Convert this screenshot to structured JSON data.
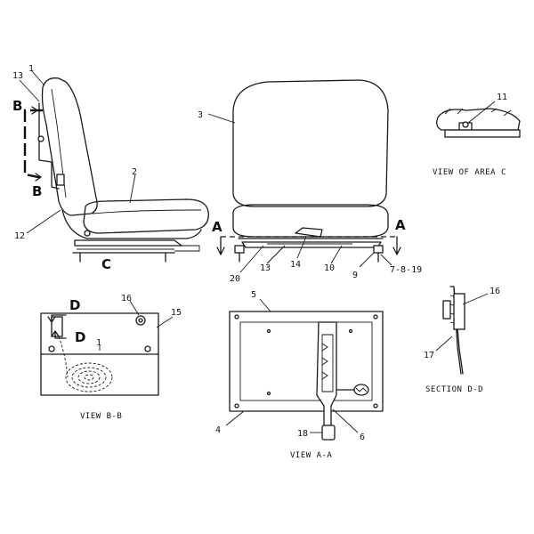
{
  "side_view": {
    "callouts": [
      "13",
      "1",
      "2",
      "12"
    ],
    "section_letters": [
      "B",
      "B",
      "C"
    ]
  },
  "front_view": {
    "callouts": [
      "3",
      "20",
      "13",
      "14",
      "10",
      "9",
      "7-8-19"
    ],
    "section_letters": [
      "A",
      "A"
    ]
  },
  "area_c_view": {
    "callouts": [
      "11"
    ],
    "caption": "VIEW OF AREA C"
  },
  "view_bb": {
    "callouts": [
      "16",
      "15",
      "1"
    ],
    "section_letters": [
      "D",
      "D"
    ],
    "caption": "VIEW B-B"
  },
  "view_aa": {
    "callouts": [
      "5",
      "4",
      "18",
      "6"
    ],
    "caption": "VIEW A-A"
  },
  "section_dd": {
    "callouts": [
      "16",
      "17"
    ],
    "caption": "SECTION D-D"
  }
}
